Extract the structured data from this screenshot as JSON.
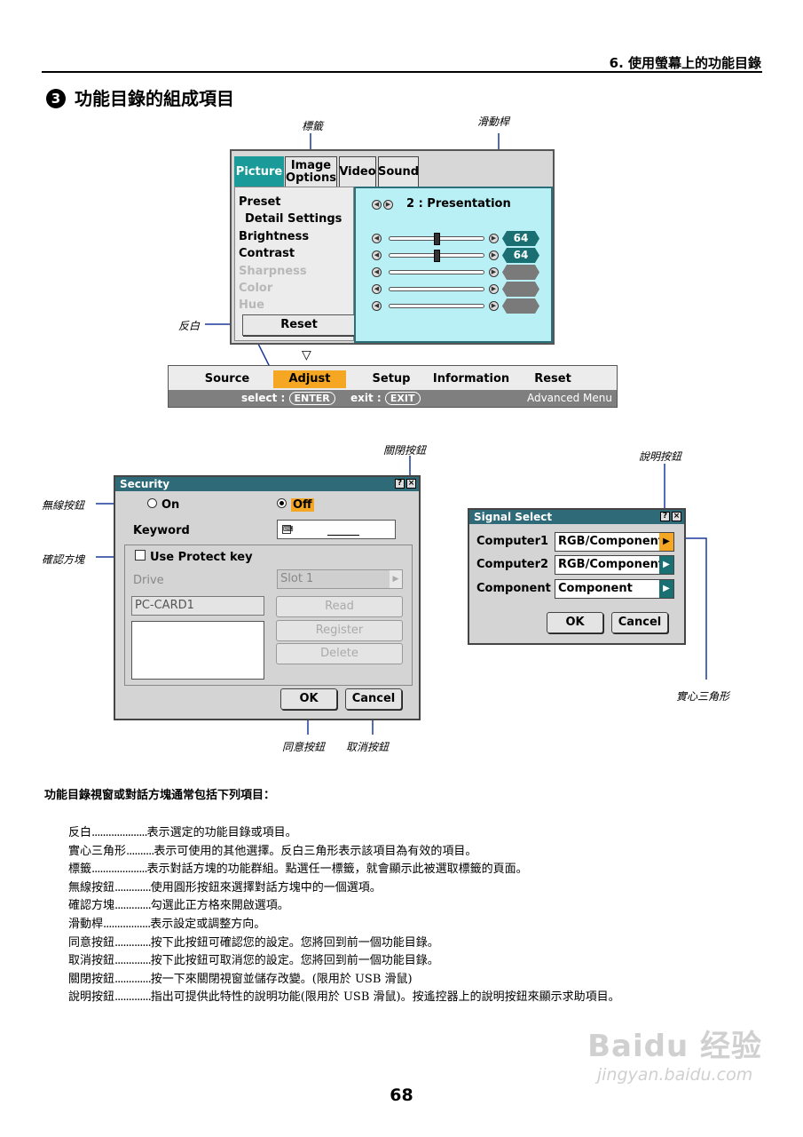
{
  "header": {
    "chapter": "6. 使用螢幕上的功能目錄"
  },
  "section": {
    "number": "3",
    "title": "功能目錄的組成項目"
  },
  "callouts": {
    "tab": "標籤",
    "slider": "滑動桿",
    "highlight": "反白",
    "close_button": "關閉按鈕",
    "help_button": "說明按鈕",
    "radio_button": "無線按鈕",
    "checkbox": "確認方塊",
    "ok_button": "同意按鈕",
    "cancel_button": "取消按鈕",
    "solid_triangle": "實心三角形"
  },
  "menu": {
    "tabs": [
      "Picture",
      "Image\nOptions",
      "Video",
      "Sound"
    ],
    "items": [
      "Preset",
      "Detail Settings",
      "Brightness",
      "Contrast",
      "Sharpness",
      "Color",
      "Hue"
    ],
    "reset": "Reset",
    "preset_value": "2 : Presentation",
    "brightness_value": "64",
    "contrast_value": "64",
    "brightness_level": 0.5,
    "contrast_level": 0.5
  },
  "menubar": {
    "items": [
      "Source",
      "Adjust",
      "Setup",
      "Information",
      "Reset"
    ],
    "select_label": "select :",
    "select_key": "ENTER",
    "exit_label": "exit :",
    "exit_key": "EXIT",
    "advanced": "Advanced Menu"
  },
  "security": {
    "title": "Security",
    "on": "On",
    "off": "Off",
    "keyword": "Keyword",
    "use_protect_key": "Use Protect key",
    "drive": "Drive",
    "slot": "Slot 1",
    "pc_card": "PC-CARD1",
    "read": "Read",
    "register": "Register",
    "delete": "Delete",
    "ok": "OK",
    "cancel": "Cancel",
    "help_glyph": "?",
    "close_glyph": "×"
  },
  "signal": {
    "title": "Signal Select",
    "rows": [
      {
        "label": "Computer1",
        "value": "RGB/Component"
      },
      {
        "label": "Computer2",
        "value": "RGB/Component"
      },
      {
        "label": "Component",
        "value": "Component"
      }
    ],
    "ok": "OK",
    "cancel": "Cancel"
  },
  "description": {
    "heading": "功能目錄視窗或對話方塊通常包括下列項目：",
    "rows": [
      {
        "term": "反白",
        "dots": "....................",
        "text": "表示選定的功能目錄或項目。"
      },
      {
        "term": "實心三角形",
        "dots": "..........",
        "text": "表示可使用的其他選擇。反白三角形表示該項目為有效的項目。"
      },
      {
        "term": "標籤",
        "dots": "....................",
        "text": "表示對話方塊的功能群組。點選任一標籤，就會顯示此被選取標籤的頁面。"
      },
      {
        "term": "無線按鈕",
        "dots": ".............",
        "text": "使用圓形按鈕來選擇對話方塊中的一個選項。"
      },
      {
        "term": "確認方塊",
        "dots": ".............",
        "text": "勾選此正方格來開啟選項。"
      },
      {
        "term": "滑動桿",
        "dots": ".................",
        "text": "表示設定或調整方向。"
      },
      {
        "term": "同意按鈕",
        "dots": ".............",
        "text": "按下此按鈕可確認您的設定。您將回到前一個功能目錄。"
      },
      {
        "term": "取消按鈕",
        "dots": ".............",
        "text": "按下此按鈕可取消您的設定。您將回到前一個功能目錄。"
      },
      {
        "term": "關閉按鈕",
        "dots": ".............",
        "text": "按一下來關閉視窗並儲存改變。(限用於 USB 滑鼠)"
      },
      {
        "term": "說明按鈕",
        "dots": ".............",
        "text": "指出可提供此特性的說明功能(限用於 USB 滑鼠)。按遙控器上的說明按鈕來顯示求助項目。"
      }
    ]
  },
  "page_number": "68",
  "watermark": {
    "logo": "Baidu 经验",
    "url": "jingyan.baidu.com"
  }
}
